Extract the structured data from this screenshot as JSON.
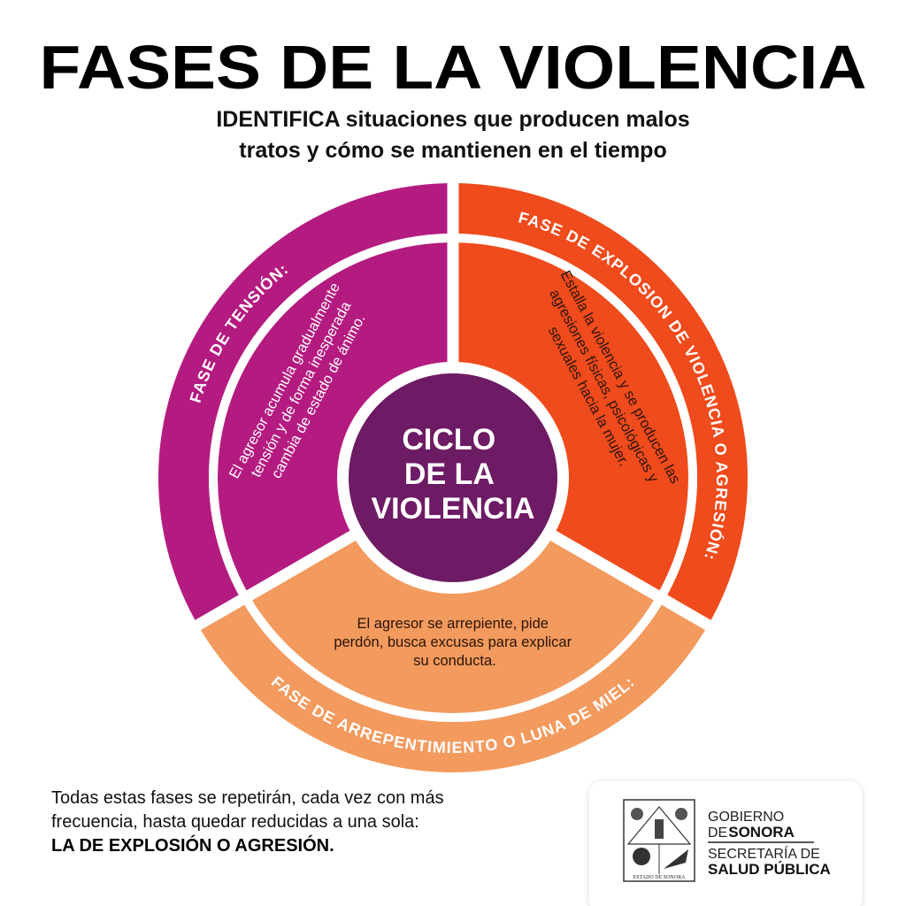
{
  "title": "FASES DE LA VIOLENCIA",
  "subtitle": {
    "line1": "IDENTIFICA situaciones que producen malos",
    "line2": "tratos y cómo se mantienen en el tiempo"
  },
  "cycle": {
    "center": {
      "line1": "CICLO",
      "line2": "DE LA",
      "line3": "VIOLENCIA",
      "color": "#6D1B64"
    },
    "phases": [
      {
        "label": "FASE DE TENSIÓN:",
        "description": [
          "El agresor acumula gradualmente",
          "tensión y de forma inesperada",
          "cambia de estado de ánimo."
        ],
        "color": "#B41B80"
      },
      {
        "label": "FASE DE EXPLOSION DE VIOLENCIA O AGRESIÓN:",
        "description": [
          "Estalla la violencia y se producen las",
          "agresiones físicas, psicológicas y",
          "sexuales hacia la mujer."
        ],
        "color": "#EF4B1C"
      },
      {
        "label": "FASE DE ARREPENTIMIENTO O LUNA DE MIEL:",
        "description": [
          "El agresor se arrepiente, pide",
          "perdón, busca excusas para explicar",
          "su conducta."
        ],
        "color": "#F39A5E"
      }
    ]
  },
  "footer": {
    "line1": "Todas estas fases se repetirán, cada vez con más",
    "line2": "frecuencia, hasta quedar reducidas a una sola:",
    "line3": "LA DE EXPLOSIÓN O AGRESIÓN."
  },
  "logo": {
    "seal_text": "ESTADO DE SONORA",
    "gobierno": "GOBIERNO",
    "de": "DE",
    "sonora": "SONORA",
    "secretaria": "SECRETARÍA DE",
    "salud": "SALUD PÚBLICA"
  }
}
